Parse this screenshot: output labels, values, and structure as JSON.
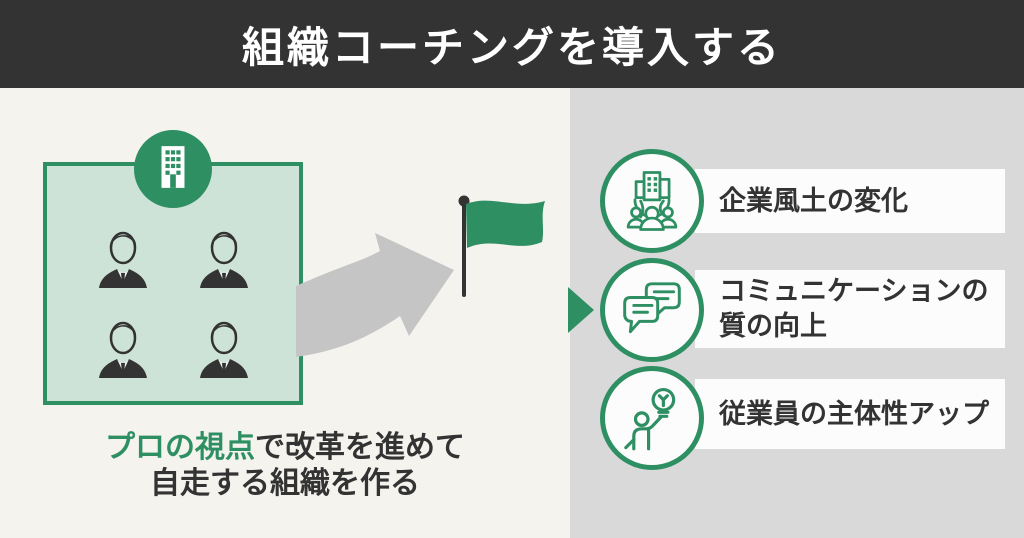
{
  "header": {
    "title": "組織コーチングを導入する"
  },
  "left": {
    "caption": {
      "highlight": "プロの視点",
      "line1_rest": "で改革を進めて",
      "line2": "自走する組織を作る"
    },
    "icons": {
      "badge": "building-icon",
      "members": "employee-icon",
      "progress": "curved-arrow-icon",
      "goal": "goal-flag-icon"
    }
  },
  "right": {
    "flow_icon": "flow-arrow-icon",
    "items": [
      {
        "icon": "company-culture-icon",
        "label": "企業風土の変化"
      },
      {
        "icon": "communication-icon",
        "label": "コミュニケーションの質の向上"
      },
      {
        "icon": "initiative-icon",
        "label": "従業員の主体性アップ"
      }
    ]
  },
  "colors": {
    "header_bg": "#333333",
    "white": "#ffffff",
    "panel_left_bg": "#f4f3ee",
    "panel_right_bg": "#d9d9d9",
    "green": "#2e8f63",
    "box_fill": "#cde3d7",
    "dark": "#333333",
    "arrow_gray": "#c5c5c5",
    "card_bg": "#fcfcfc"
  }
}
